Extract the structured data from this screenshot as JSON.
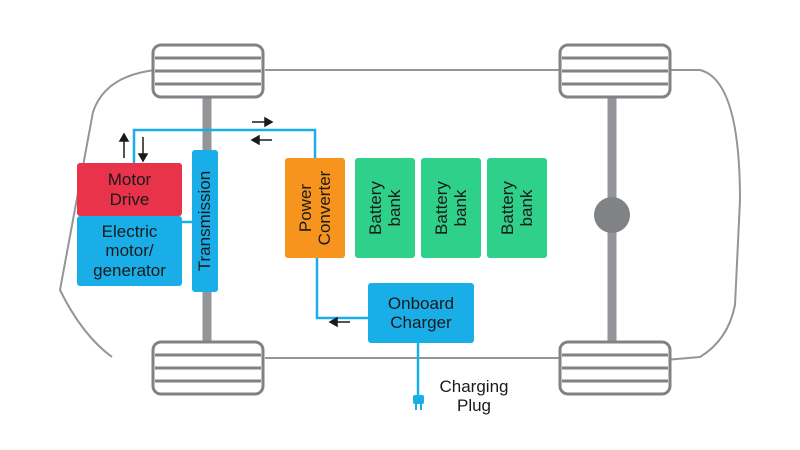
{
  "components": {
    "motor_drive": "Motor\nDrive",
    "electric_motor": "Electric\nmotor/\ngenerator",
    "transmission": "Transmission",
    "power_converter": "Power\nConverter",
    "battery_1": "Battery\nbank",
    "battery_2": "Battery\nbank",
    "battery_3": "Battery\nbank",
    "onboard_charger": "Onboard\nCharger",
    "charging_plug": "Charging\nPlug"
  },
  "colors": {
    "motor_drive": "#e8334a",
    "electric_motor": "#1aaee8",
    "transmission": "#1aaee8",
    "power_converter": "#f7941d",
    "battery": "#2fd08a",
    "onboard_charger": "#1aaee8",
    "wire": "#1aaee8",
    "axle": "#939598",
    "wheel": "#808285",
    "outline": "#939598",
    "arrow": "#1a1a1a"
  },
  "icons": {
    "charging_plug": "plug-icon",
    "wheels": "wheel-icon",
    "differential": "differential-icon"
  }
}
